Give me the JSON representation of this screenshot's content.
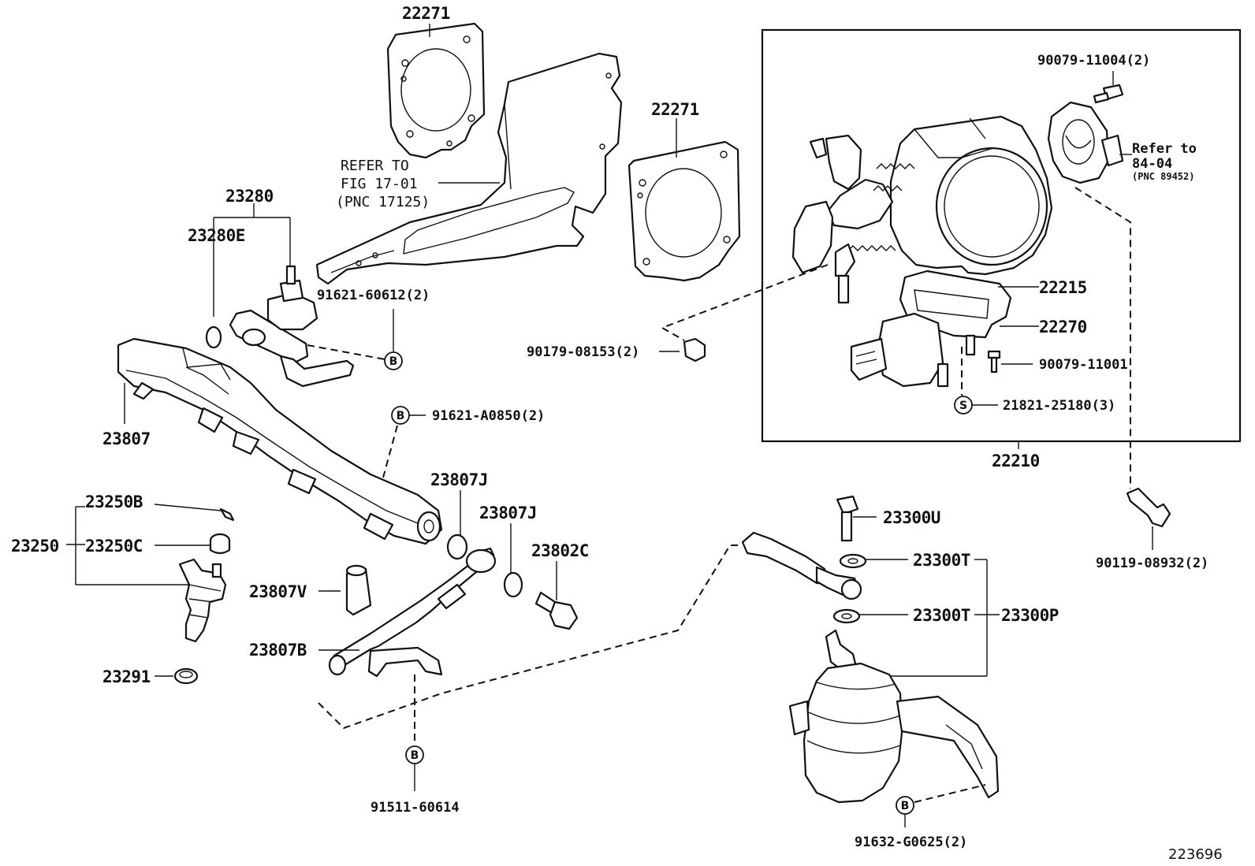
{
  "labels": {
    "p22271_top": "22271",
    "p22271_mid": "22271",
    "refer_l1": "REFER TO",
    "refer_l2": "FIG 17-01",
    "refer_l3": "(PNC 17125)",
    "p23280": "23280",
    "p23280E": "23280E",
    "p91621_60612": "91621-60612(2)",
    "p23807": "23807",
    "p91621_A0850": "91621-A0850(2)",
    "p23807J_a": "23807J",
    "p23807J_b": "23807J",
    "p23802C": "23802C",
    "p23250B": "23250B",
    "p23250": "23250",
    "p23250C": "23250C",
    "p23807V": "23807V",
    "p23807B": "23807B",
    "p23291": "23291",
    "p91511_60614": "91511-60614",
    "p90079_11004": "90079-11004(2)",
    "refer2_l1": "Refer to",
    "refer2_l2": "84-04",
    "refer2_l3": "(PNC 89452)",
    "p22215": "22215",
    "p22270": "22270",
    "p90079_11001": "90079-11001",
    "p21821_25180": "21821-25180(3)",
    "p22210": "22210",
    "p90179_08153": "90179-08153(2)",
    "p23300U": "23300U",
    "p23300T_a": "23300T",
    "p23300T_b": "23300T",
    "p23300P": "23300P",
    "p90119_08932": "90119-08932(2)",
    "p91632_G0625": "91632-G0625(2)",
    "fig_no": "223696",
    "marker_B": "B",
    "marker_S": "S"
  }
}
